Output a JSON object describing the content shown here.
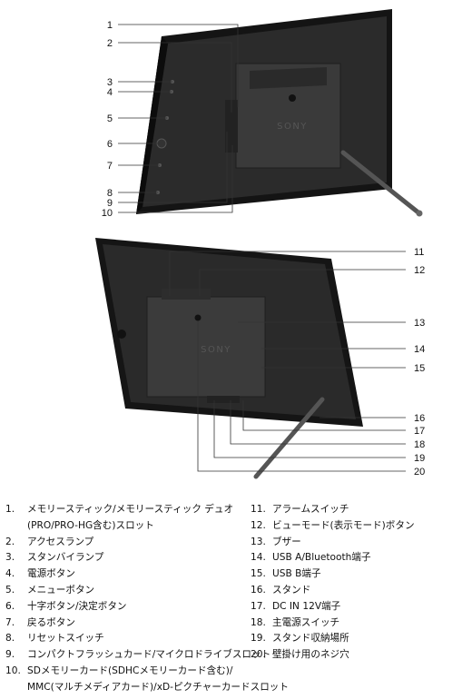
{
  "callouts": [
    "1",
    "2",
    "3",
    "4",
    "5",
    "6",
    "7",
    "8",
    "9",
    "10",
    "11",
    "12",
    "13",
    "14",
    "15",
    "16",
    "17",
    "18",
    "19",
    "20"
  ],
  "logo_text": "SONY",
  "legend_left": [
    {
      "num": "1.",
      "text": "メモリースティック/メモリースティック デュオ",
      "cont": "(PRO/PRO-HG含む)スロット"
    },
    {
      "num": "2.",
      "text": "アクセスランプ"
    },
    {
      "num": "3.",
      "text": "スタンバイランプ"
    },
    {
      "num": "4.",
      "text": "電源ボタン"
    },
    {
      "num": "5.",
      "text": "メニューボタン"
    },
    {
      "num": "6.",
      "text": "十字ボタン/決定ボタン"
    },
    {
      "num": "7.",
      "text": "戻るボタン"
    },
    {
      "num": "8.",
      "text": "リセットスイッチ"
    },
    {
      "num": "9.",
      "text": "コンパクトフラッシュカード/マイクロドライブスロット"
    },
    {
      "num": "10.",
      "text": "SDメモリーカード(SDHCメモリーカード含む)/",
      "cont": "MMC(マルチメディアカード)/xD-ピクチャーカードスロット"
    }
  ],
  "legend_right": [
    {
      "num": "11.",
      "text": "アラームスイッチ"
    },
    {
      "num": "12.",
      "text": "ビューモード(表示モード)ボタン"
    },
    {
      "num": "13.",
      "text": "ブザー"
    },
    {
      "num": "14.",
      "text": "USB A/Bluetooth端子"
    },
    {
      "num": "15.",
      "text": "USB B端子"
    },
    {
      "num": "16.",
      "text": "スタンド"
    },
    {
      "num": "17.",
      "text": "DC IN 12V端子"
    },
    {
      "num": "18.",
      "text": "主電源スイッチ"
    },
    {
      "num": "19.",
      "text": "スタンド収納場所"
    },
    {
      "num": "20.",
      "text": "壁掛け用のネジ穴"
    }
  ]
}
